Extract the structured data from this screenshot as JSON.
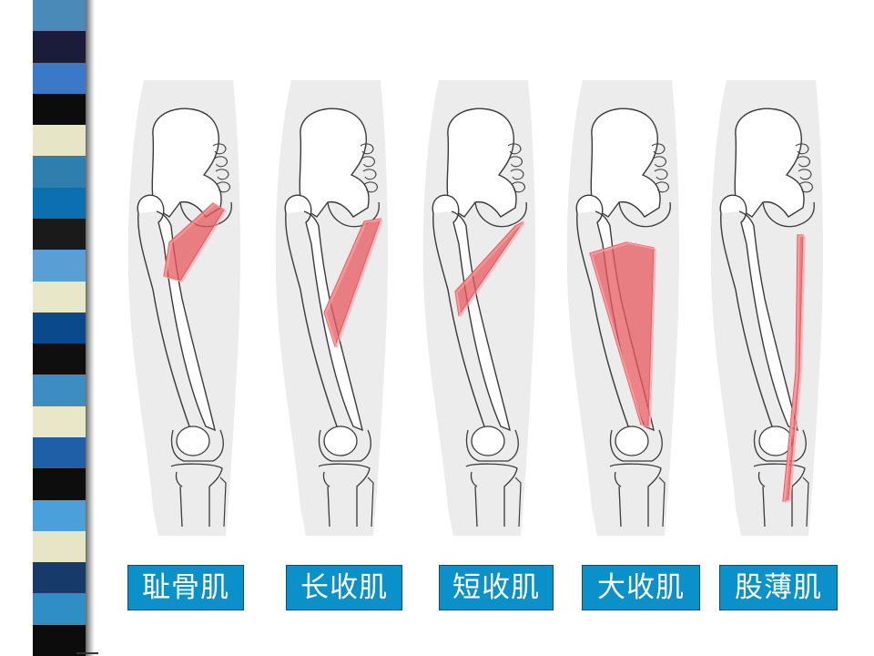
{
  "colors": {
    "label_bg": "#0b91c9",
    "label_text": "#ffffff",
    "muscle": "#e8595f",
    "bone_outline": "#3a3a3a",
    "leg_shadow": "#ececec"
  },
  "stripe_colors": [
    "#4a8ab8",
    "#1b1b3a",
    "#3a78c8",
    "#0c0c0c",
    "#e6e6c6",
    "#2e7fae",
    "#0c6fb0",
    "#1a1a1a",
    "#5a9ed6",
    "#e8e8c8",
    "#0b4a8a",
    "#0f0f0f",
    "#3d8cc2",
    "#e8e8c8",
    "#1e5fa8",
    "#0d0d0d",
    "#4aa0d8",
    "#e6e6c6",
    "#163a6a",
    "#2f8ec4",
    "#0c0c0c"
  ],
  "muscles": [
    {
      "label": "耻骨肌",
      "icon": "pectineus-muscle-icon"
    },
    {
      "label": "长收肌",
      "icon": "adductor-longus-muscle-icon"
    },
    {
      "label": "短收肌",
      "icon": "adductor-brevis-muscle-icon"
    },
    {
      "label": "大收肌",
      "icon": "adductor-magnus-muscle-icon"
    },
    {
      "label": "股薄肌",
      "icon": "gracilis-muscle-icon"
    }
  ]
}
